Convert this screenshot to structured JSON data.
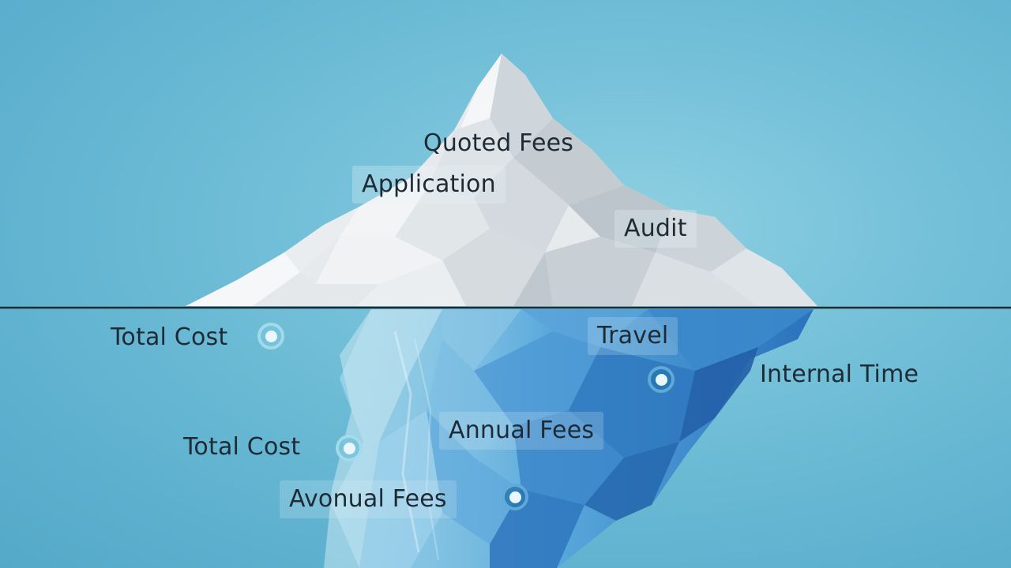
{
  "above_water": {
    "labels": [
      "Quoted Fees",
      "Application",
      "Audit"
    ]
  },
  "below_water": {
    "labels": [
      "Total Cost",
      "Travel",
      "Internal Time",
      "Annual Fees",
      "Total Cost",
      "Avonual Fees"
    ]
  },
  "colors": {
    "water": "#6dbbd6",
    "waterline": "#1f2a33",
    "ice_tip": "#e8ecef",
    "ice_underwater": "#3f8fd0"
  }
}
